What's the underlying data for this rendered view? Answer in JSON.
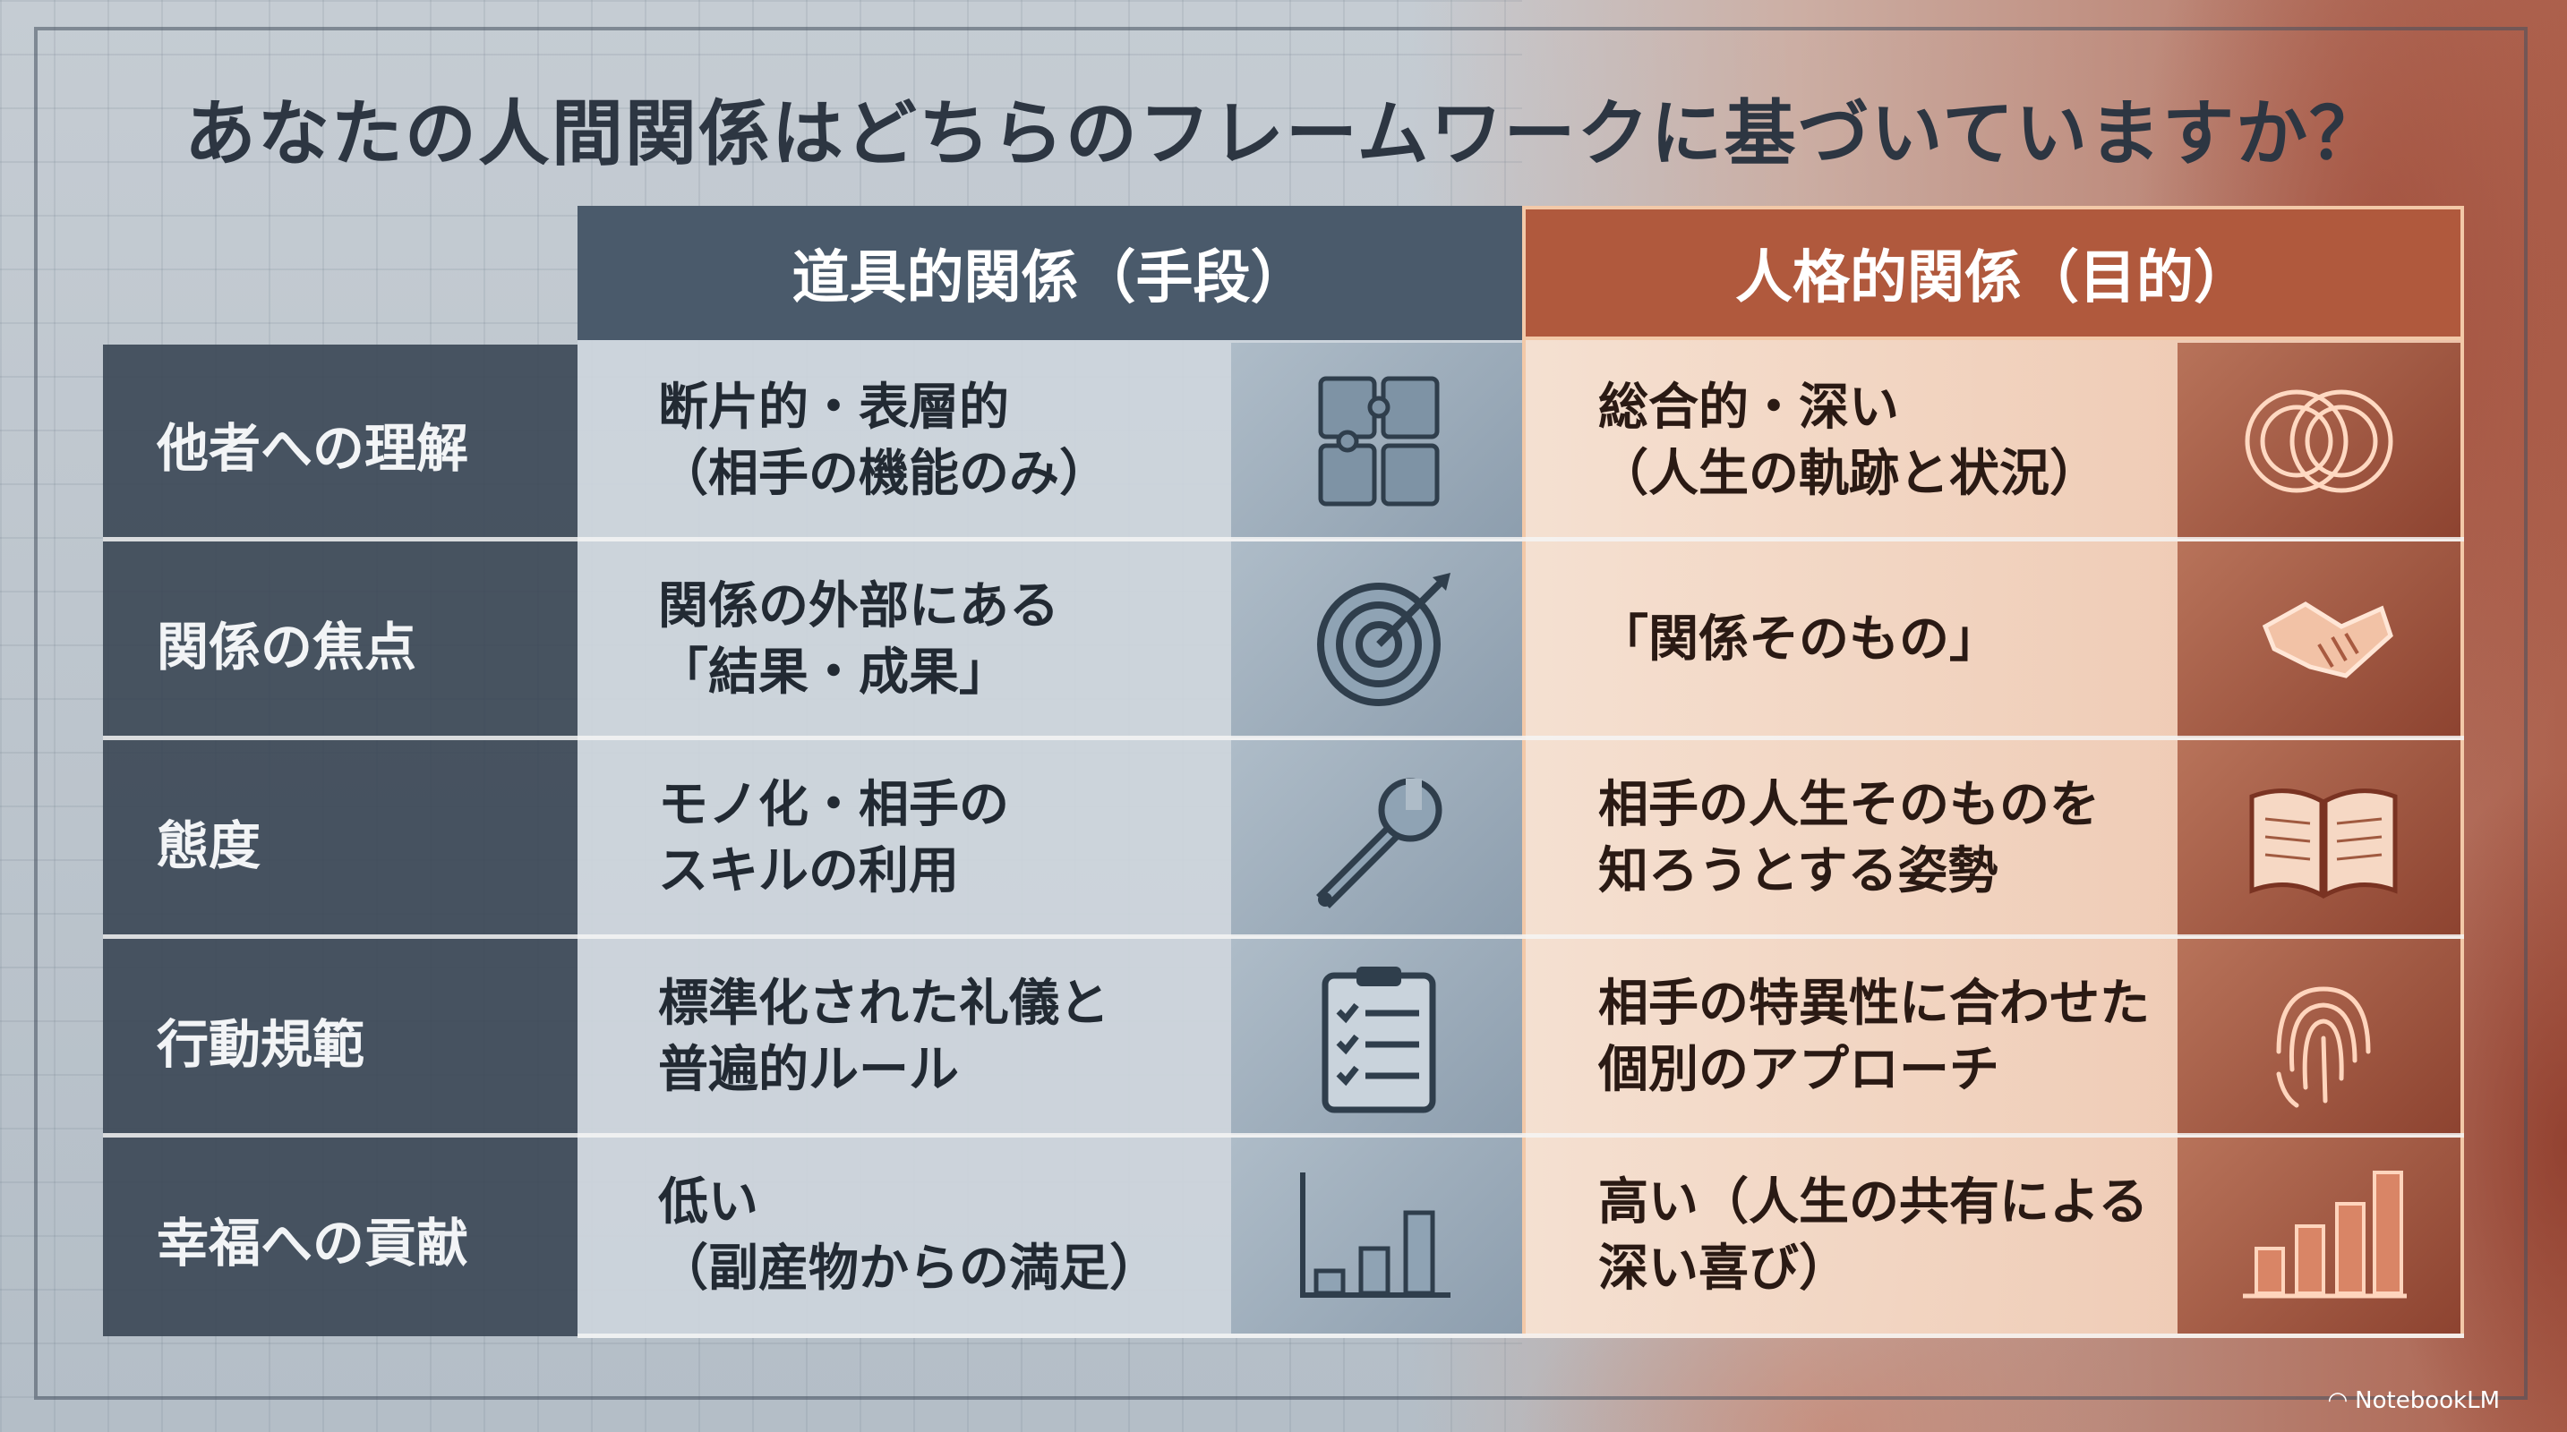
{
  "title": "あなたの人間関係はどちらのフレームワークに基づいていますか？",
  "columns": {
    "instrumental": "道具的関係（手段）",
    "personal": "人格的関係（目的）"
  },
  "rows": [
    {
      "label": "他者への理解",
      "instrumental": [
        "断片的・表層的",
        "（相手の機能のみ）"
      ],
      "personal": [
        "総合的・深い",
        "（人生の軌跡と状況）"
      ],
      "instrumental_icon": "puzzle-icon",
      "personal_icon": "overlapping-circles-icon"
    },
    {
      "label": "関係の焦点",
      "instrumental": [
        "関係の外部にある",
        "「結果・成果」"
      ],
      "personal": [
        "「関係そのもの」"
      ],
      "instrumental_icon": "target-icon",
      "personal_icon": "handshake-icon"
    },
    {
      "label": "態度",
      "instrumental": [
        "モノ化・相手の",
        "スキルの利用"
      ],
      "personal": [
        "相手の人生そのものを",
        "知ろうとする姿勢"
      ],
      "instrumental_icon": "wrench-icon",
      "personal_icon": "open-book-icon"
    },
    {
      "label": "行動規範",
      "instrumental": [
        "標準化された礼儀と",
        "普遍的ルール"
      ],
      "personal": [
        "相手の特異性に合わせた",
        "個別のアプローチ"
      ],
      "instrumental_icon": "checklist-icon",
      "personal_icon": "fingerprint-icon"
    },
    {
      "label": "幸福への貢献",
      "instrumental": [
        "低い",
        "（副産物からの満足）"
      ],
      "personal": [
        "高い（人生の共有による",
        "深い喜び）"
      ],
      "instrumental_icon": "bar-chart-low-icon",
      "personal_icon": "bar-chart-high-icon"
    }
  ],
  "brand": "NotebookLM",
  "colors": {
    "instrumental_header": "#4a5a6b",
    "personal_header": "#b0593d",
    "label_column": "#3a4654"
  }
}
